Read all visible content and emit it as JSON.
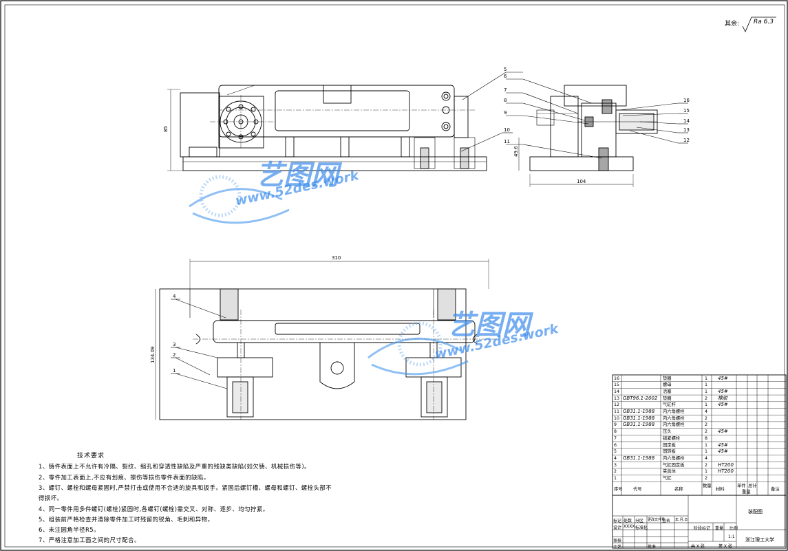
{
  "roughness": {
    "prefix": "其余:",
    "value": "Ra 6.3"
  },
  "dimensions": {
    "d85": "85",
    "d49": "49.6",
    "d104": "104",
    "d310": "310",
    "d134": "134.09"
  },
  "leaders": [
    "1",
    "2",
    "3",
    "4",
    "5",
    "6",
    "7",
    "8",
    "9",
    "10",
    "11",
    "12",
    "13",
    "14",
    "15",
    "16"
  ],
  "notes": {
    "title": "技术要求",
    "lines": [
      "1、铸件表面上不允许有冷隔、裂纹、缩孔和穿透性缺陷及严重的残缺类缺陷(如欠铸、机械损伤等)。",
      "2、零件加工表面上,不应有划痕、擦伤等损伤零件表面的缺陷。",
      "3、螺钉、螺栓和螺母紧固时,严禁打击或使用不合适的旋具和扳手。紧固后螺钉槽、螺母和螺钉、螺栓头部不",
      "得损坏。",
      "4、同一零件用多件螺钉(螺栓)紧固时,各螺钉(螺栓)需交叉、对称、逐步、均匀拧紧。",
      "5、组装前严格检查并清除零件加工时残留的锐角、毛刺和异物。",
      "6、未注圆角半径R5。",
      "7、严格注意加工面之间的尺寸配合。"
    ]
  },
  "bom": {
    "rows": [
      {
        "no": "16",
        "code": "",
        "name": "垫圈",
        "qty": "1",
        "mat": "45#"
      },
      {
        "no": "15",
        "code": "",
        "name": "螺母",
        "qty": "1",
        "mat": ""
      },
      {
        "no": "14",
        "code": "",
        "name": "活塞",
        "qty": "1",
        "mat": "45#"
      },
      {
        "no": "13",
        "code": "GBT96.1-2002",
        "name": "垫圈",
        "qty": "2",
        "mat": "橡胶"
      },
      {
        "no": "12",
        "code": "",
        "name": "气缸杆",
        "qty": "1",
        "mat": "45#"
      },
      {
        "no": "11",
        "code": "GB31.1-1988",
        "name": "内六角螺栓",
        "qty": "4",
        "mat": ""
      },
      {
        "no": "10",
        "code": "GB31.1-1988",
        "name": "内六角螺栓",
        "qty": "2",
        "mat": ""
      },
      {
        "no": "9",
        "code": "GB31.1-1988",
        "name": "内六角螺栓",
        "qty": "2",
        "mat": ""
      },
      {
        "no": "8",
        "code": "",
        "name": "压头",
        "qty": "2",
        "mat": "45#"
      },
      {
        "no": "7",
        "code": "",
        "name": "锁紧螺栓",
        "qty": "8",
        "mat": ""
      },
      {
        "no": "6",
        "code": "",
        "name": "固定板",
        "qty": "1",
        "mat": "45#"
      },
      {
        "no": "5",
        "code": "",
        "name": "固转板",
        "qty": "1",
        "mat": "45#"
      },
      {
        "no": "4",
        "code": "GB31.1-1988",
        "name": "内六角螺栓",
        "qty": "4",
        "mat": ""
      },
      {
        "no": "3",
        "code": "",
        "name": "气缸固定板",
        "qty": "2",
        "mat": "HT200"
      },
      {
        "no": "2",
        "code": "",
        "name": "夹具体",
        "qty": "1",
        "mat": "HT200"
      },
      {
        "no": "1",
        "code": "",
        "name": "气缸",
        "qty": "2",
        "mat": ""
      }
    ],
    "header": {
      "no": "序号",
      "code": "代号",
      "name": "名称",
      "qty": "数量",
      "mat": "材料",
      "unit": "单件",
      "total": "总计",
      "weight": "重量",
      "remark": "备注"
    }
  },
  "title_block": {
    "drawing_name": "装配图",
    "school": "浙江理工大学",
    "scale_label": "比例",
    "scale": "1:1",
    "weight_label": "重量",
    "stage_label": "阶段标记",
    "sheets_total": "共 X 张",
    "sheet_no": "第 X 张",
    "mark": "标记",
    "count": "处数",
    "zone": "分区",
    "change_doc": "更改文件号",
    "sign": "签名",
    "date": "年.月.日",
    "design": "设计",
    "designer": "XXXX",
    "standard": "标准化",
    "review": "审核",
    "process": "工艺",
    "approve": "批准"
  },
  "watermark": {
    "brand": "艺图网",
    "url": "www.52des.work"
  }
}
